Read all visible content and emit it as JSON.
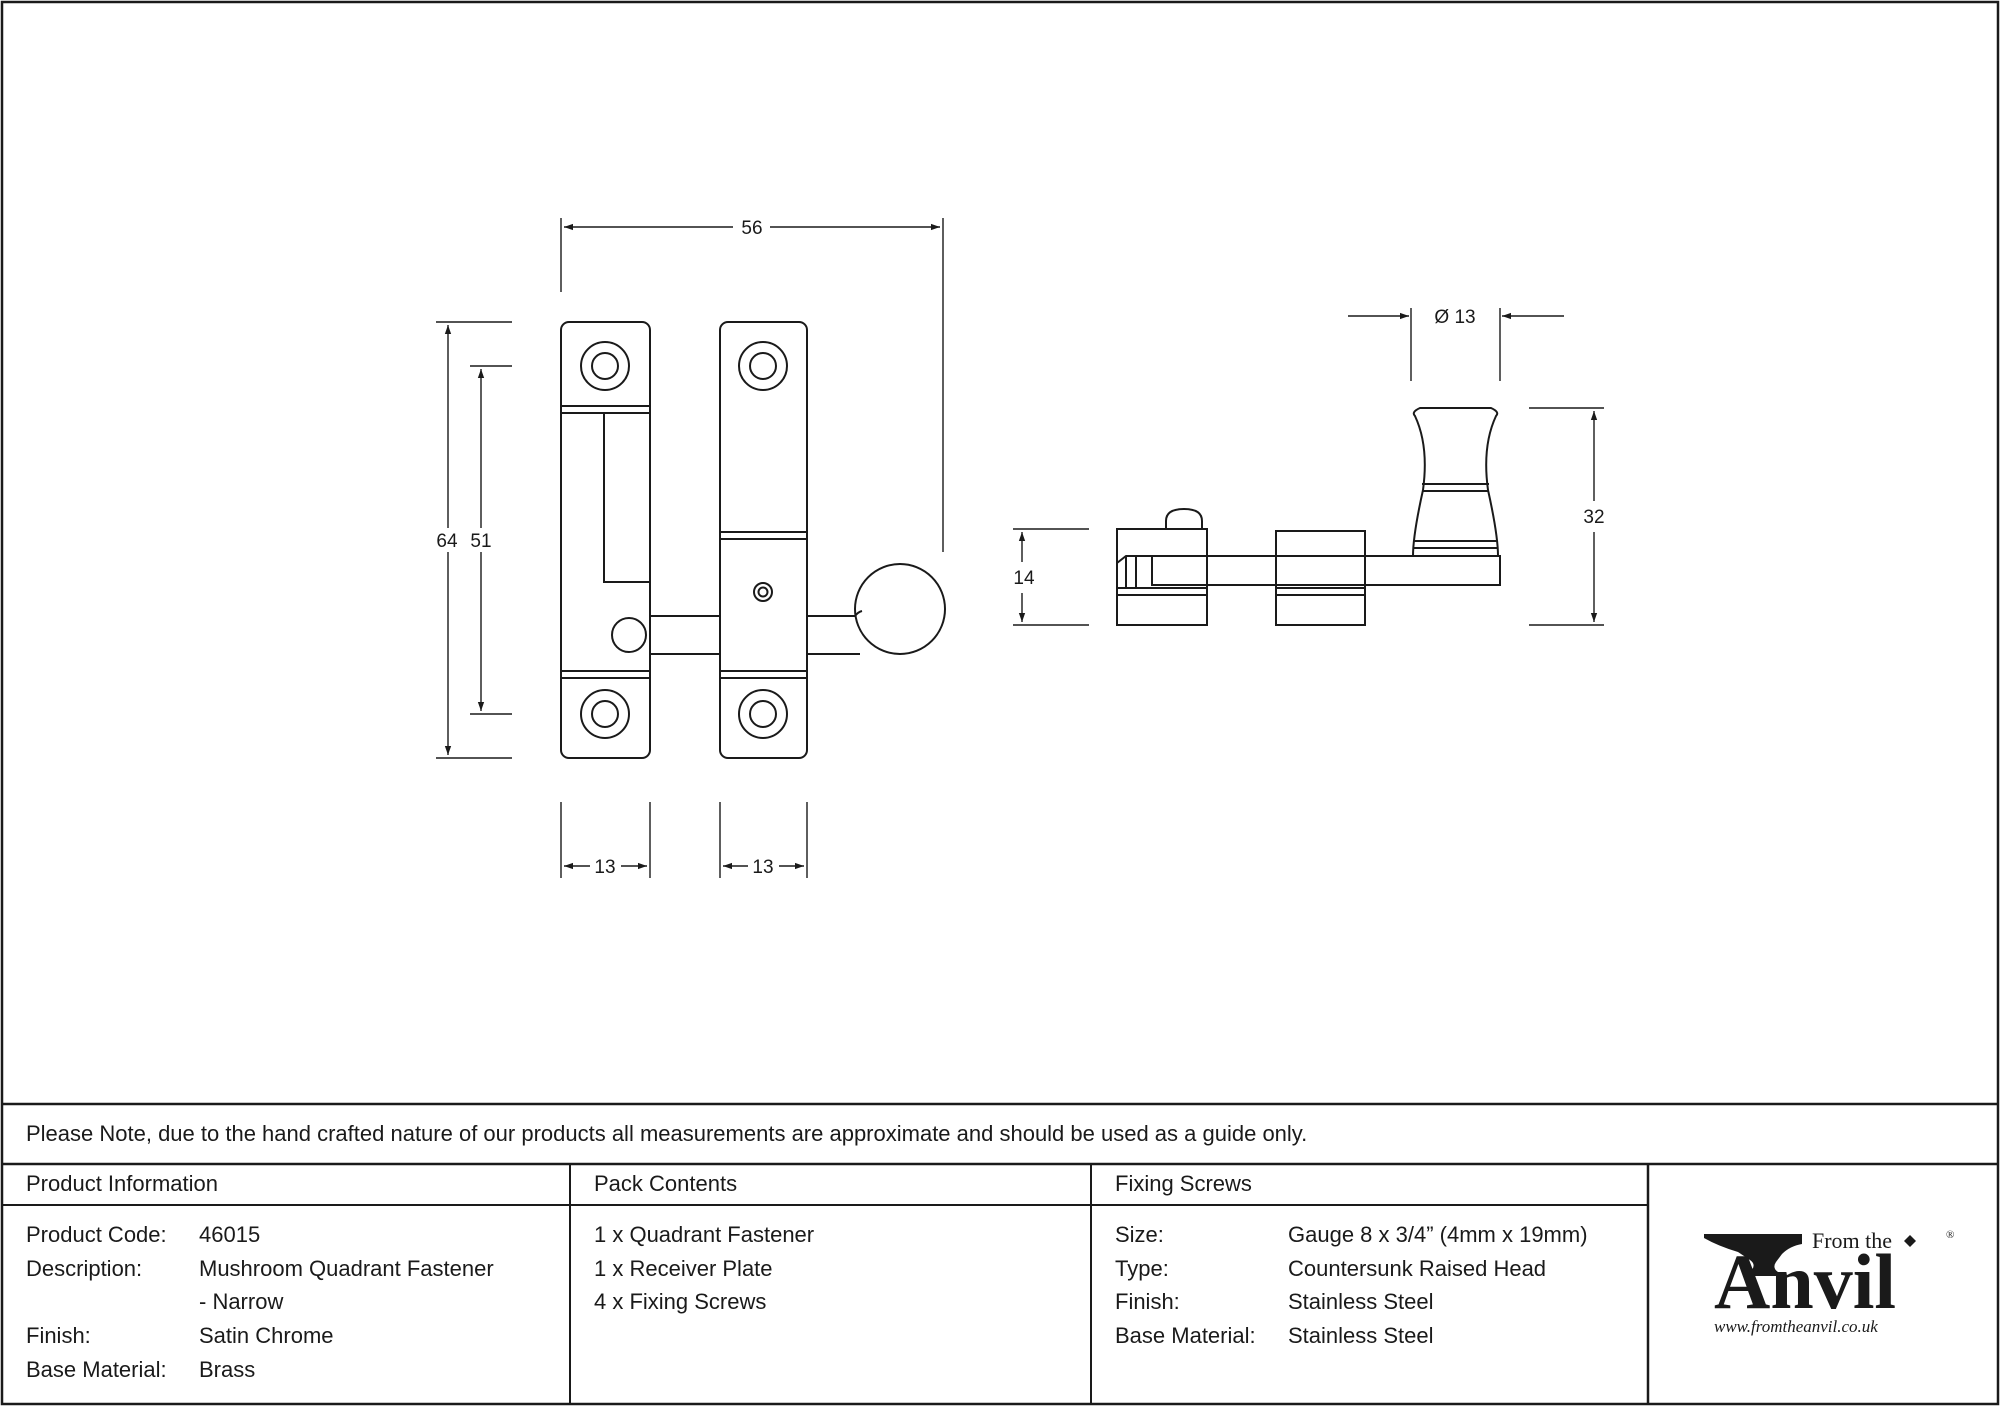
{
  "dimensions": {
    "overall_width": "56",
    "overall_height": "64",
    "fixing_centres": "51",
    "plate_width_left": "13",
    "plate_width_right": "13",
    "side_height": "14",
    "knob_diameter": "Ø 13",
    "knob_height": "32"
  },
  "note": "Please Note, due to the hand crafted nature of our products all measurements are approximate and should be used as a guide only.",
  "product_information": {
    "heading": "Product Information",
    "rows": [
      {
        "label": "Product Code:",
        "value": "46015"
      },
      {
        "label": "Description:",
        "value": "Mushroom Quadrant Fastener"
      },
      {
        "label": "",
        "value": "- Narrow"
      },
      {
        "label": "Finish:",
        "value": "Satin Chrome"
      },
      {
        "label": "Base Material:",
        "value": "Brass"
      }
    ]
  },
  "pack_contents": {
    "heading": "Pack Contents",
    "items": [
      "1 x Quadrant Fastener",
      "1 x Receiver Plate",
      "4 x Fixing Screws"
    ]
  },
  "fixing_screws": {
    "heading": "Fixing Screws",
    "rows": [
      {
        "label": "Size:",
        "value": "Gauge 8 x 3/4” (4mm x 19mm)"
      },
      {
        "label": "Type:",
        "value": "Countersunk Raised Head"
      },
      {
        "label": "Finish:",
        "value": "Stainless Steel"
      },
      {
        "label": "Base Material:",
        "value": "Stainless Steel"
      }
    ]
  },
  "logo": {
    "line1": "From the",
    "line2": "Anvil",
    "registered": "®",
    "url": "www.fromtheanvil.co.uk"
  },
  "colors": {
    "ink": "#1a1a1a",
    "paper": "#ffffff"
  }
}
